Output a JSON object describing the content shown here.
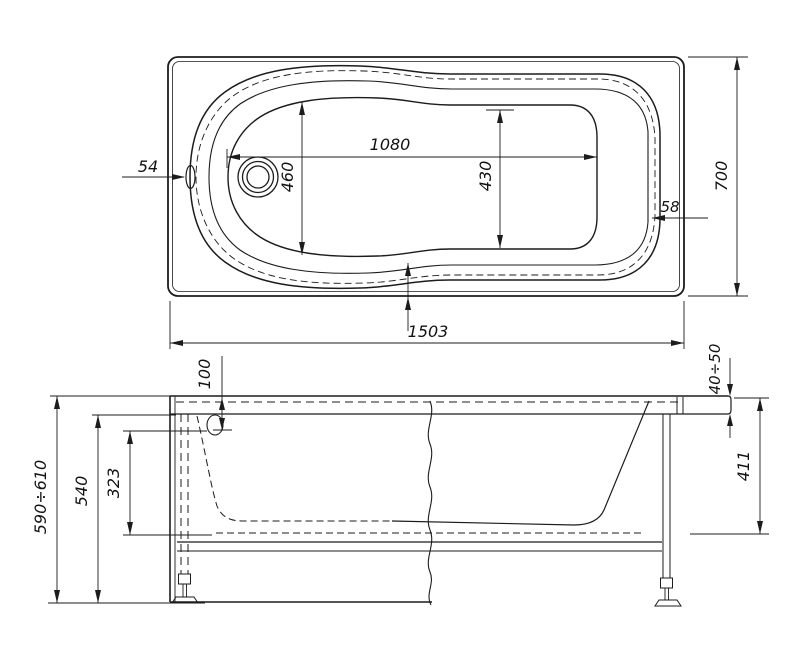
{
  "colors": {
    "line": "#1c1c1c",
    "background": "#ffffff",
    "text": "#121212"
  },
  "dimensions": {
    "top_view": {
      "overflow_offset": "54",
      "head_inner_width": "460",
      "inner_length": "1080",
      "foot_inner_width": "430",
      "side_gap": "58",
      "overall_width": "700",
      "overall_length": "1503"
    },
    "side_view": {
      "overflow_depth": "100",
      "rim_edge_height": "40÷50",
      "overall_height": "590÷610",
      "body_height": "540",
      "inner_depth": "323",
      "frame_height": "411"
    }
  }
}
